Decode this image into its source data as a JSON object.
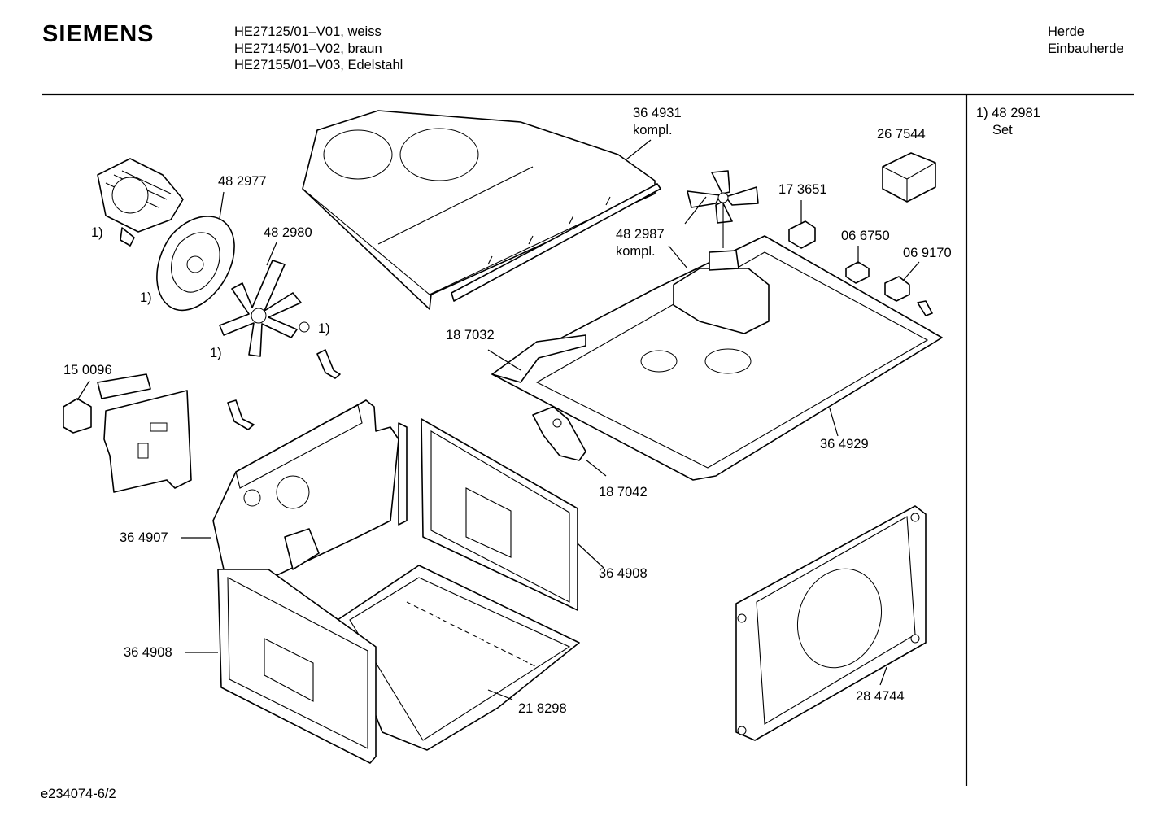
{
  "header": {
    "brand": "SIEMENS",
    "models": [
      "HE27125/01–V01, weiss",
      "HE27145/01–V02, braun",
      "HE27155/01–V03, Edelstahl"
    ],
    "category": [
      "Herde",
      "Einbauherde"
    ]
  },
  "side_note": {
    "line1": "1) 48 2981",
    "line2": "Set"
  },
  "parts": {
    "p364931": "36 4931",
    "p364931_sub": "kompl.",
    "p267544": "26 7544",
    "p482977": "48 2977",
    "p482980": "48 2980",
    "p173651": "17 3651",
    "p482987": "48 2987",
    "p482987_sub": "kompl.",
    "p066750": "06 6750",
    "p069170": "06 9170",
    "p187032": "18 7032",
    "p150096": "15 0096",
    "p364929": "36 4929",
    "p187042": "18 7042",
    "p364907": "36 4907",
    "p364908a": "36 4908",
    "p364908b": "36 4908",
    "p218298": "21 8298",
    "p284744": "28 4744"
  },
  "set_markers": {
    "m1": "1)",
    "m2": "1)",
    "m3": "1)",
    "m4": "1)"
  },
  "footer": {
    "doc_id": "e234074-6/2"
  }
}
